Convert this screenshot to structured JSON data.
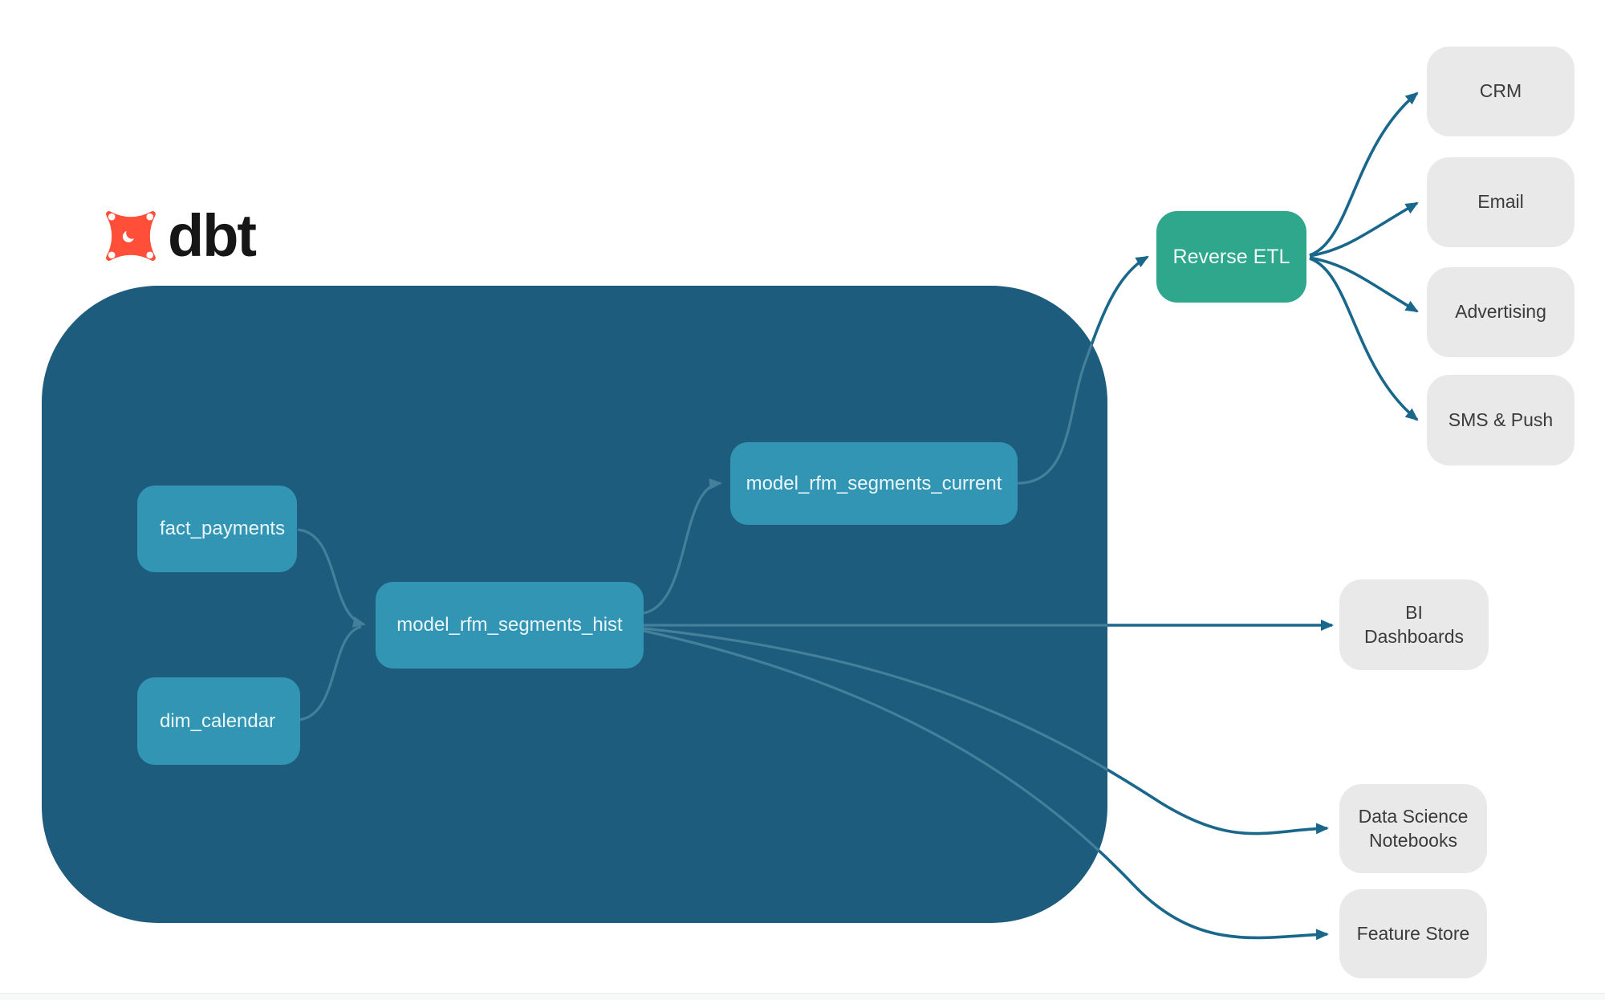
{
  "logo": {
    "brand": "dbt",
    "icon": "dbt-star-icon",
    "icon_color": "#FF4F38",
    "text_color": "#161616"
  },
  "groups": {
    "warehouse": {
      "description": "dbt transformation group container",
      "fill": "#1D5C7C"
    }
  },
  "nodes": {
    "fact_payments": {
      "label": "fact_payments",
      "type": "source-table"
    },
    "dim_calendar": {
      "label": "dim_calendar",
      "type": "source-table"
    },
    "model_rfm_segments_hist": {
      "label": "model_rfm_segments_hist",
      "type": "dbt-model"
    },
    "model_rfm_segments_current": {
      "label": "model_rfm_segments_current",
      "type": "dbt-model"
    },
    "reverse_etl": {
      "label": "Reverse ETL",
      "type": "process",
      "fill": "#2EA78C"
    },
    "crm": {
      "label": "CRM",
      "type": "destination"
    },
    "email": {
      "label": "Email",
      "type": "destination"
    },
    "advertising": {
      "label": "Advertising",
      "type": "destination"
    },
    "sms_push": {
      "label": "SMS & Push",
      "type": "destination"
    },
    "bi_dashboards": {
      "label": "BI Dashboards",
      "type": "destination"
    },
    "data_science_notebooks": {
      "label": "Data Science Notebooks",
      "type": "destination"
    },
    "feature_store": {
      "label": "Feature Store",
      "type": "destination"
    }
  },
  "edges": [
    {
      "from": "fact_payments",
      "to": "model_rfm_segments_hist"
    },
    {
      "from": "dim_calendar",
      "to": "model_rfm_segments_hist"
    },
    {
      "from": "model_rfm_segments_hist",
      "to": "model_rfm_segments_current"
    },
    {
      "from": "model_rfm_segments_current",
      "to": "reverse_etl"
    },
    {
      "from": "model_rfm_segments_hist",
      "to": "bi_dashboards"
    },
    {
      "from": "model_rfm_segments_hist",
      "to": "data_science_notebooks"
    },
    {
      "from": "model_rfm_segments_hist",
      "to": "feature_store"
    },
    {
      "from": "reverse_etl",
      "to": "crm"
    },
    {
      "from": "reverse_etl",
      "to": "email"
    },
    {
      "from": "reverse_etl",
      "to": "advertising"
    },
    {
      "from": "reverse_etl",
      "to": "sms_push"
    }
  ],
  "colors": {
    "group_fill": "#1D5C7C",
    "model_node_fill": "#3295B4",
    "reverse_etl_fill": "#2EA78C",
    "destination_node_fill": "#E9E9E9",
    "edge_outside": "#19688C",
    "edge_inside": "#447F9B",
    "logo_orange": "#FF4F38"
  }
}
